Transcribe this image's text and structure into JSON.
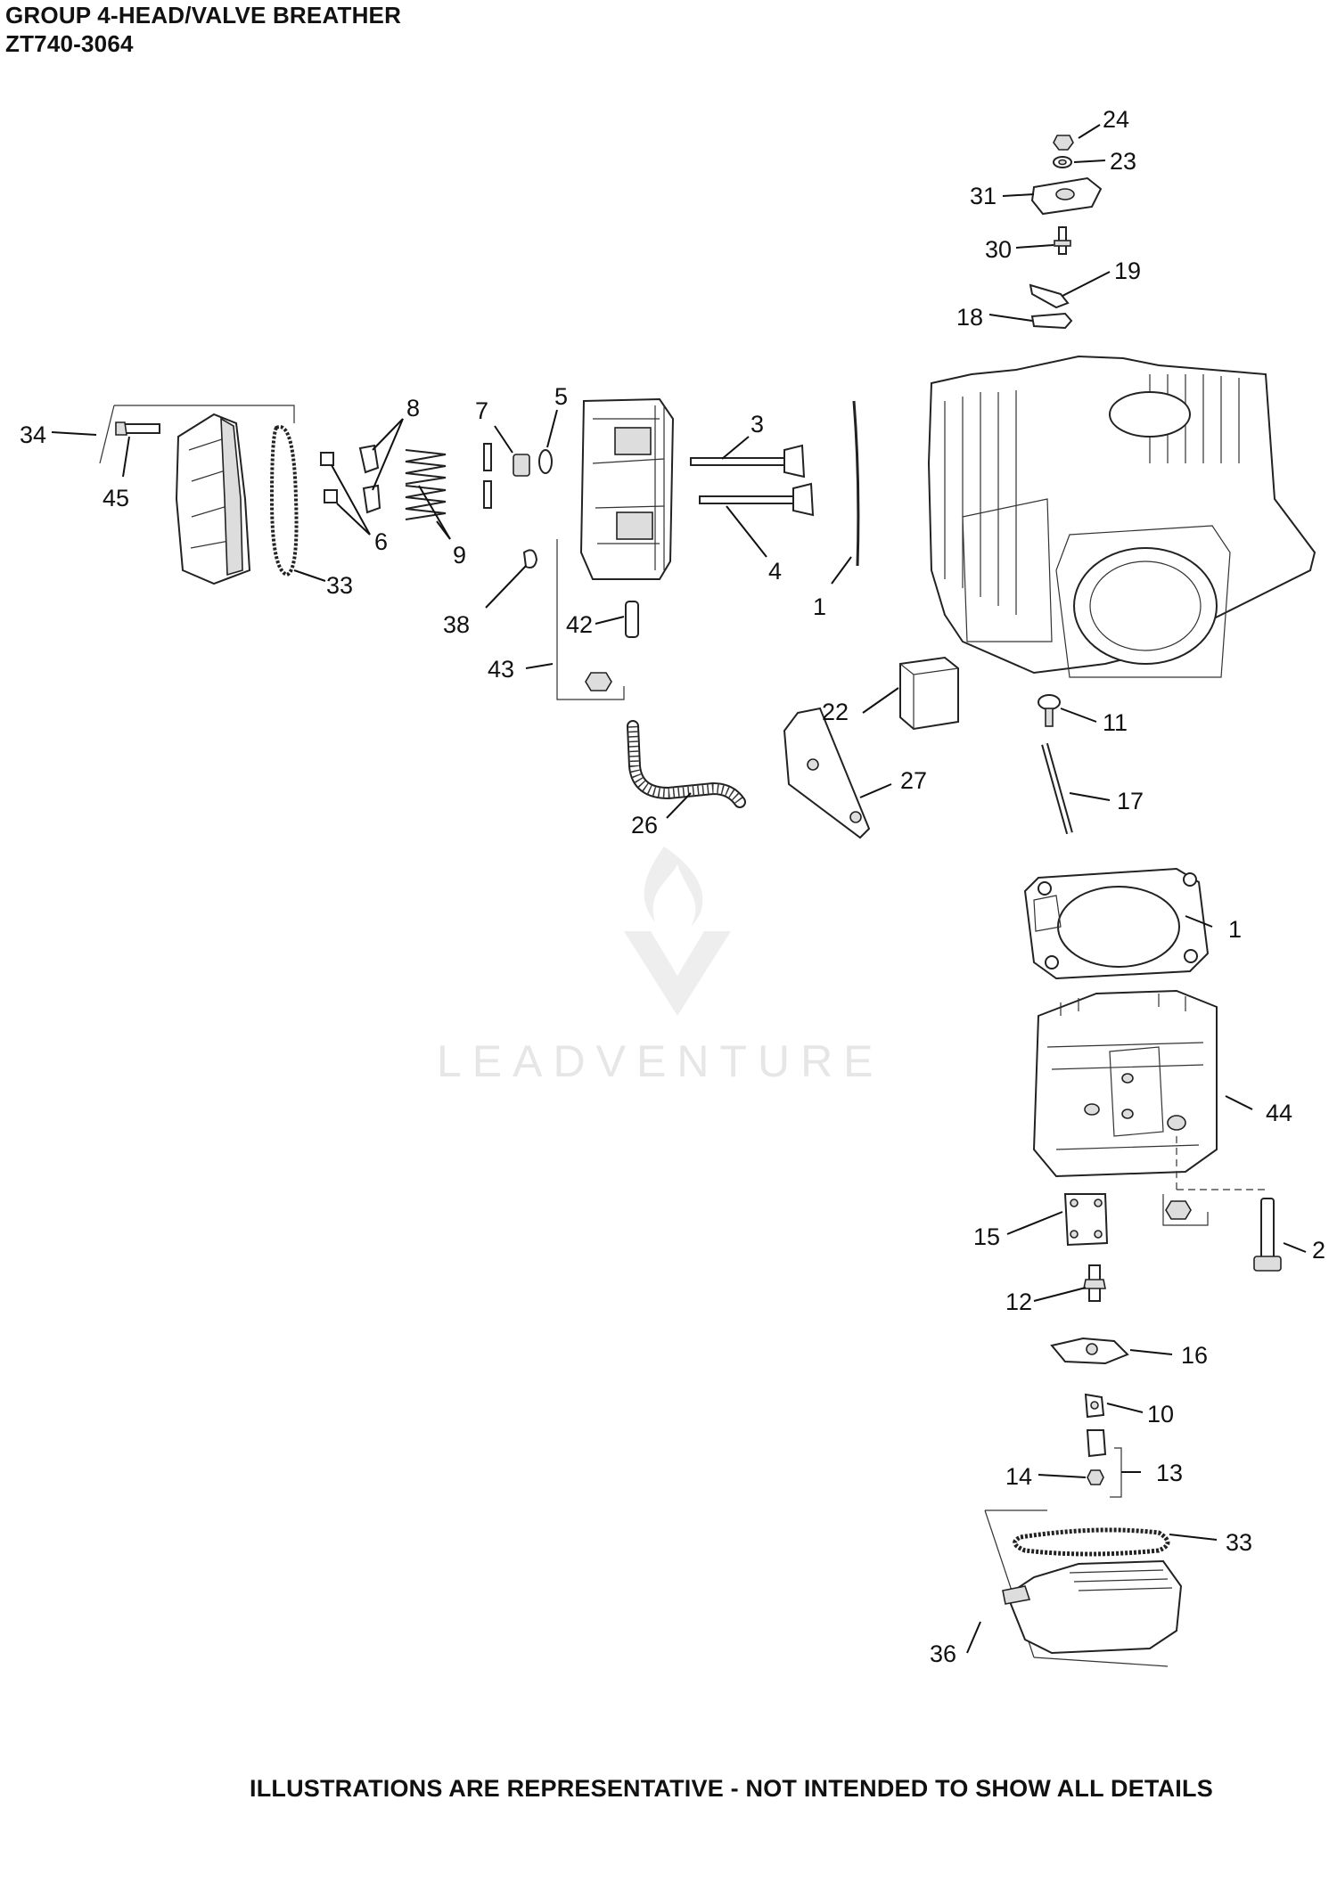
{
  "header": {
    "title": "GROUP 4-HEAD/VALVE BREATHER",
    "model": "ZT740-3064"
  },
  "footer": {
    "note": "ILLUSTRATIONS ARE REPRESENTATIVE - NOT INTENDED TO SHOW ALL DETAILS"
  },
  "watermark": {
    "text": "LEADVENTURE",
    "color": "#e6e6e6"
  },
  "callouts": [
    {
      "id": "c24",
      "label": "24"
    },
    {
      "id": "c23",
      "label": "23"
    },
    {
      "id": "c31",
      "label": "31"
    },
    {
      "id": "c30",
      "label": "30"
    },
    {
      "id": "c19",
      "label": "19"
    },
    {
      "id": "c18",
      "label": "18"
    },
    {
      "id": "c34",
      "label": "34"
    },
    {
      "id": "c45",
      "label": "45"
    },
    {
      "id": "c8",
      "label": "8"
    },
    {
      "id": "c7",
      "label": "7"
    },
    {
      "id": "c5",
      "label": "5"
    },
    {
      "id": "c3",
      "label": "3"
    },
    {
      "id": "c6",
      "label": "6"
    },
    {
      "id": "c9",
      "label": "9"
    },
    {
      "id": "c33a",
      "label": "33"
    },
    {
      "id": "c4",
      "label": "4"
    },
    {
      "id": "c1a",
      "label": "1"
    },
    {
      "id": "c38",
      "label": "38"
    },
    {
      "id": "c42",
      "label": "42"
    },
    {
      "id": "c43",
      "label": "43"
    },
    {
      "id": "c22",
      "label": "22"
    },
    {
      "id": "c11",
      "label": "11"
    },
    {
      "id": "c27",
      "label": "27"
    },
    {
      "id": "c17",
      "label": "17"
    },
    {
      "id": "c26",
      "label": "26"
    },
    {
      "id": "c1b",
      "label": "1"
    },
    {
      "id": "c44",
      "label": "44"
    },
    {
      "id": "c15",
      "label": "15"
    },
    {
      "id": "c2",
      "label": "2"
    },
    {
      "id": "c12",
      "label": "12"
    },
    {
      "id": "c16",
      "label": "16"
    },
    {
      "id": "c10",
      "label": "10"
    },
    {
      "id": "c14",
      "label": "14"
    },
    {
      "id": "c13",
      "label": "13"
    },
    {
      "id": "c33b",
      "label": "33"
    },
    {
      "id": "c36",
      "label": "36"
    }
  ]
}
